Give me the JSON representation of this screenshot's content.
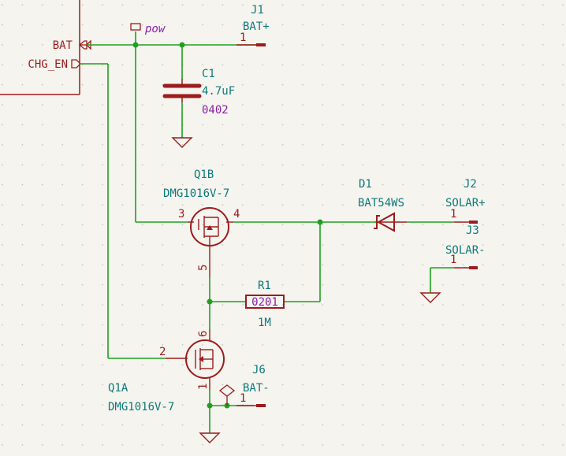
{
  "sheet_pins": {
    "bat": "BAT",
    "chg_en": "CHG_EN"
  },
  "flags": {
    "pow": "pow"
  },
  "components": {
    "j1": {
      "ref": "J1",
      "value": "BAT+",
      "pin": "1"
    },
    "c1": {
      "ref": "C1",
      "value": "4.7uF",
      "footprint": "0402"
    },
    "q1b": {
      "ref": "Q1B",
      "value": "DMG1016V-7",
      "pin_gate": "3",
      "pin_drain": "4",
      "pin_source": "5"
    },
    "d1": {
      "ref": "D1",
      "value": "BAT54WS"
    },
    "j2": {
      "ref": "J2",
      "value": "SOLAR+",
      "pin": "1"
    },
    "j3": {
      "ref": "J3",
      "value": "SOLAR-",
      "pin": "1"
    },
    "r1": {
      "ref": "R1",
      "value": "1M",
      "footprint": "0201"
    },
    "q1a": {
      "ref": "Q1A",
      "value": "DMG1016V-7",
      "pin_gate": "2",
      "pin_drain": "6",
      "pin_source": "1"
    },
    "j6": {
      "ref": "J6",
      "value": "BAT-",
      "pin": "1"
    }
  },
  "colors": {
    "background": "#f5f4ef",
    "grid": "#b9b9b9",
    "wire": "#1ea01e",
    "symbol": "#9c1c1c",
    "reference_text": "#0d7a7a",
    "footprint_text": "#8a1ea6"
  }
}
